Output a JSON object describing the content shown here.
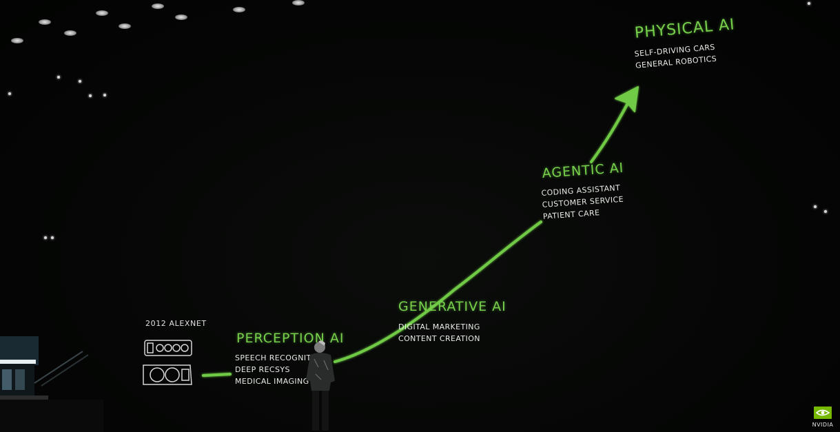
{
  "stages": [
    {
      "title": "PERCEPTION AI",
      "items": [
        "SPEECH RECOGNITION",
        "DEEP RECSYS",
        "MEDICAL IMAGING"
      ]
    },
    {
      "title": "GENERATIVE AI",
      "items": [
        "DIGITAL MARKETING",
        "CONTENT CREATION"
      ]
    },
    {
      "title": "AGENTIC AI",
      "items": [
        "CODING ASSISTANT",
        "CUSTOMER SERVICE",
        "PATIENT CARE"
      ]
    },
    {
      "title": "PHYSICAL AI",
      "items": [
        "SELF-DRIVING CARS",
        "GENERAL ROBOTICS"
      ]
    }
  ],
  "origin": {
    "label": "2012 ALEXNET"
  },
  "logo": {
    "text": "NVIDIA",
    "icon": "nvidia-eye-icon"
  },
  "colors": {
    "accent": "#76d04b",
    "background": "#050605",
    "text": "#e9ece6"
  }
}
